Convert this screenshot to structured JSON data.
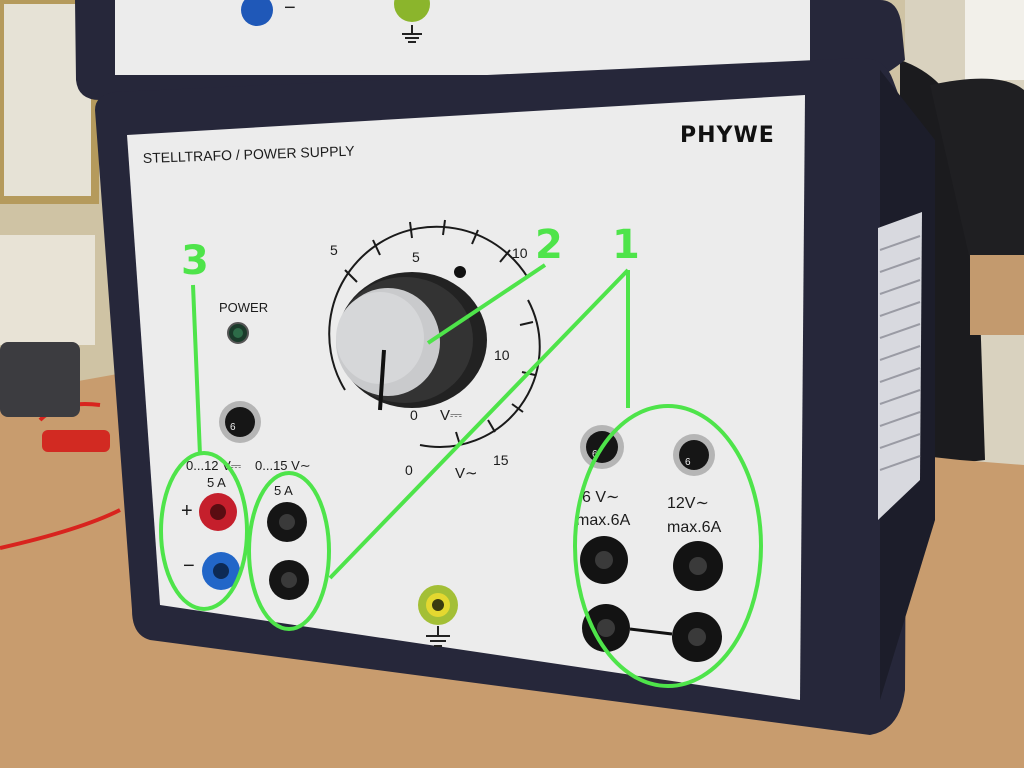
{
  "device": {
    "brand": "PHYWE",
    "model_label": "STELLTRAFO / POWER SUPPLY",
    "power_label": "POWER"
  },
  "dial": {
    "tick_labels": [
      "5",
      "5",
      "10",
      "10",
      "0",
      "0",
      "15"
    ],
    "dc_label": "V⎓",
    "ac_label": "V∼"
  },
  "outputs": {
    "left_group": {
      "range": "0...12 V⎓",
      "current": "5 A",
      "plus": "+",
      "minus": "−"
    },
    "middle_group": {
      "range": "0...15 V∼",
      "current": "5 A"
    },
    "right_group_a": {
      "voltage": "6 V∼",
      "max": "max.6A"
    },
    "right_group_b": {
      "voltage": "12V∼",
      "max": "max.6A"
    }
  },
  "fuses": [
    "6",
    "6",
    "6"
  ],
  "callouts": [
    "1",
    "2",
    "3"
  ],
  "colors": {
    "callout_green": "#4ee44a",
    "panel": "#eeeeee",
    "housing": "#26273a",
    "desk": "#c79a6d"
  }
}
